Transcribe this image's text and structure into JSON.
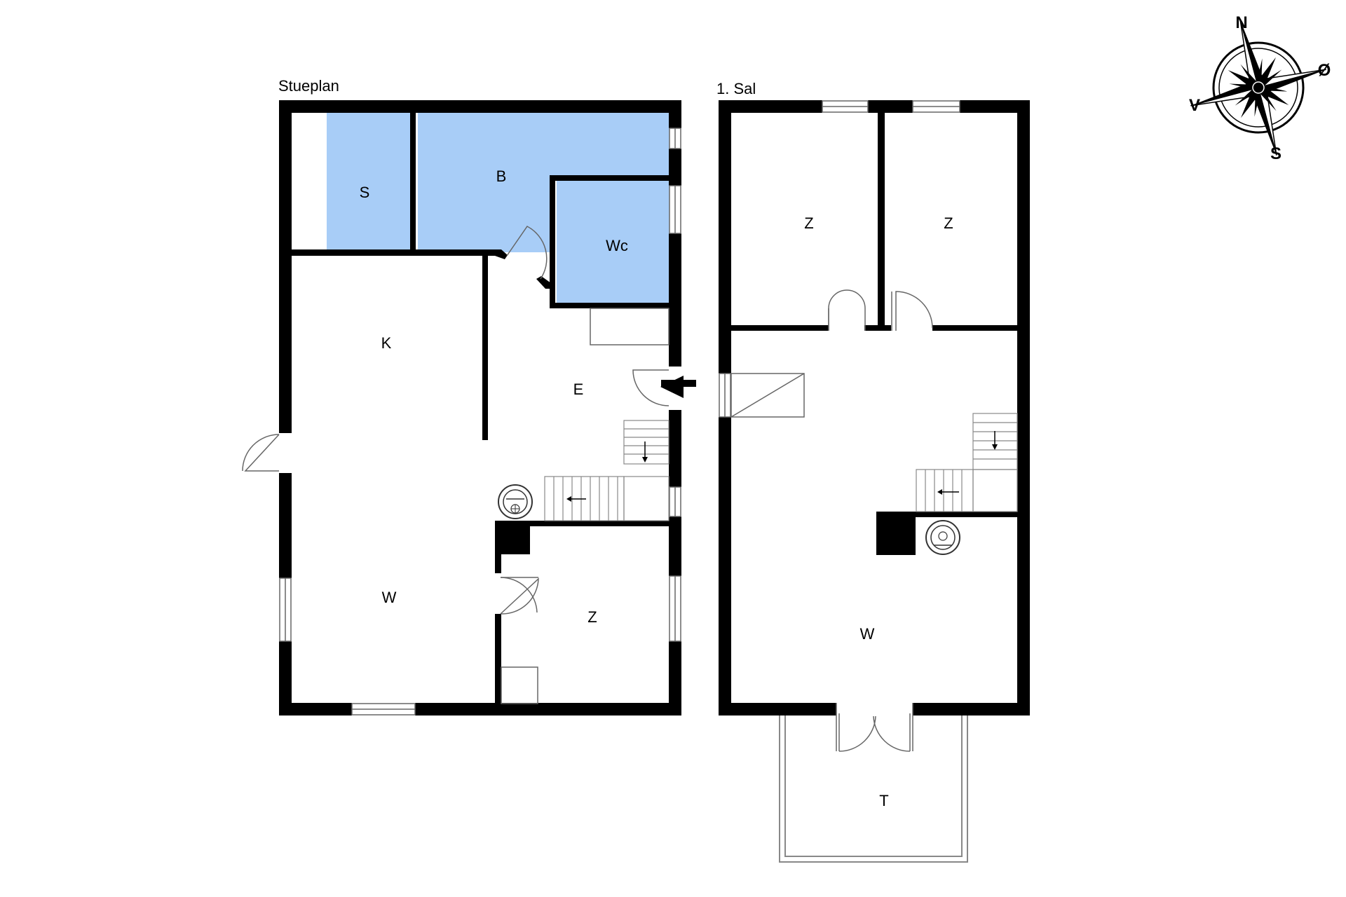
{
  "colors": {
    "wet_room": "#a8cdf7",
    "wall": "#000000"
  },
  "floors": {
    "ground": {
      "title": "Stueplan",
      "rooms": {
        "s": "S",
        "b": "B",
        "wc": "Wc",
        "k": "K",
        "e": "E",
        "w": "W",
        "z": "Z"
      }
    },
    "upper": {
      "title": "1. Sal",
      "rooms": {
        "z1": "Z",
        "z2": "Z",
        "w": "W",
        "t": "T"
      }
    }
  },
  "compass": {
    "n": "N",
    "o": "Ø",
    "s": "S",
    "v": "V",
    "icon": "compass-rose-icon"
  },
  "entrance_icon": "entrance-arrow-icon",
  "stove_icon": "wood-stove-icon"
}
